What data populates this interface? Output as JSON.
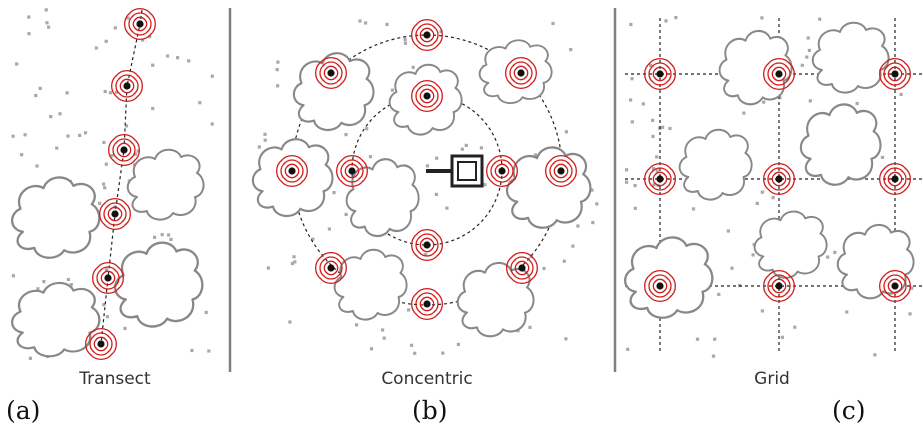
{
  "panels": [
    {
      "title": "Transect",
      "letter": "(a)"
    },
    {
      "title": "Concentric",
      "letter": "(b)"
    },
    {
      "title": "Grid",
      "letter": "(c)"
    }
  ],
  "colors": {
    "signal_waves": "#d21b1b",
    "cloud_outline": "#888888",
    "dashed_path": "#222222",
    "scatter_dots": "#a9a9a9"
  },
  "icons": {
    "sensor_node": "broadcasting-node-icon",
    "base_station": "base-station-icon"
  }
}
